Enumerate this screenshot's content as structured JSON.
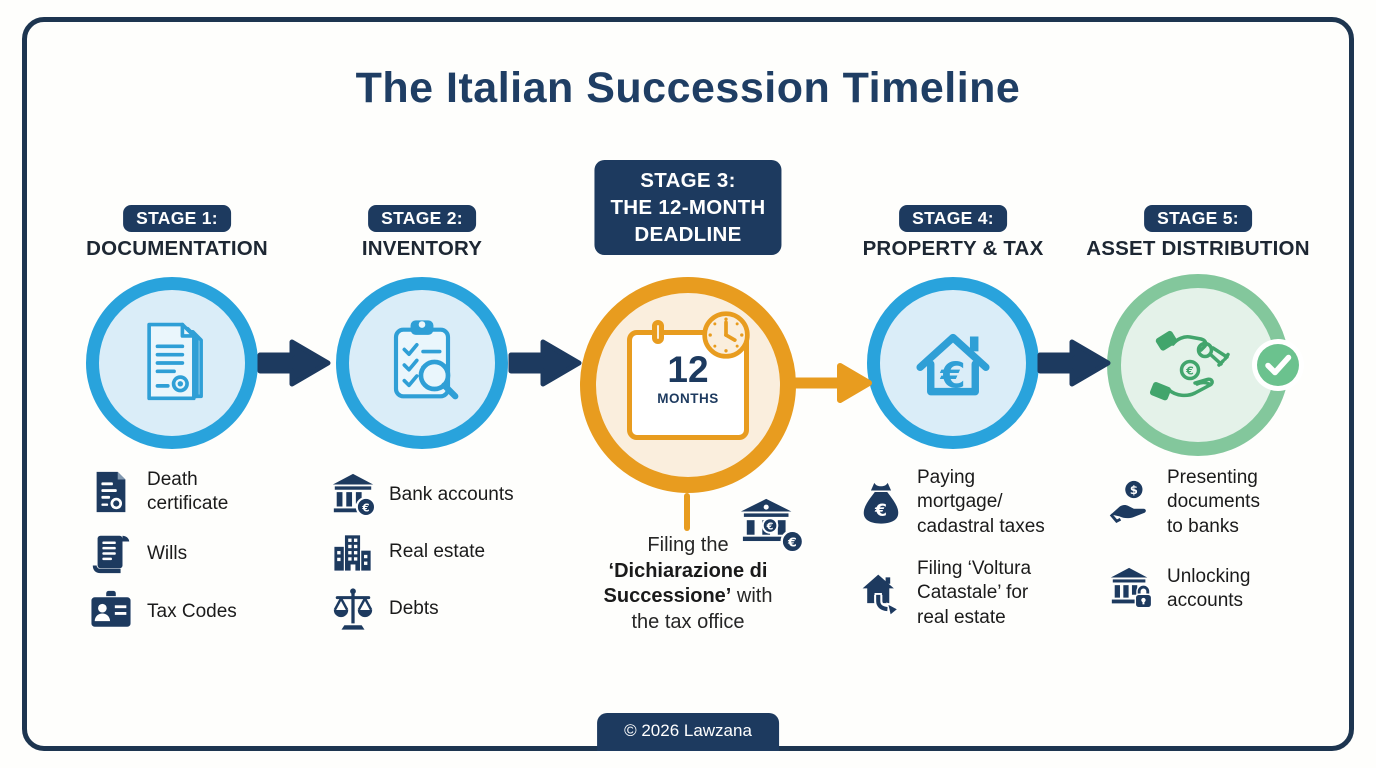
{
  "title": "The Italian Succession Timeline",
  "footer": "© 2026 Lawzana",
  "colors": {
    "navy": "#1d3a5f",
    "frame": "#1d3550",
    "blue_ring": "#29a3dc",
    "blue_fill": "#daedf8",
    "blue_icon": "#2f9fd6",
    "orange": "#e89c1f",
    "orange_fill": "#faeedd",
    "green_ring": "#83c79c",
    "green_fill": "#e4f2e9",
    "green_icon": "#42a56c",
    "check_green": "#6bc28e"
  },
  "stages": [
    {
      "badge": "STAGE 1:",
      "label": "DOCUMENTATION",
      "circle_icon": "documents-icon",
      "items": [
        {
          "icon": "death-certificate-icon",
          "text": "Death\ncertificate"
        },
        {
          "icon": "wills-icon",
          "text": "Wills"
        },
        {
          "icon": "tax-codes-icon",
          "text": "Tax Codes"
        }
      ]
    },
    {
      "badge": "STAGE 2:",
      "label": "INVENTORY",
      "circle_icon": "inventory-checklist-icon",
      "items": [
        {
          "icon": "bank-euro-icon",
          "text": "Bank accounts"
        },
        {
          "icon": "real-estate-icon",
          "text": "Real estate"
        },
        {
          "icon": "scales-icon",
          "text": "Debts"
        }
      ]
    },
    {
      "badge_lines": [
        "STAGE 3:",
        "THE 12-MONTH",
        "DEADLINE"
      ],
      "calendar": {
        "number": "12",
        "unit": "MONTHS"
      },
      "description": {
        "line1": "Filing the",
        "line2_bold": "‘Dichiarazione di",
        "line3_bold": "Successione’",
        "line3_rest": " with",
        "line4": "the tax office"
      }
    },
    {
      "badge": "STAGE 4:",
      "label": "PROPERTY & TAX",
      "circle_icon": "house-euro-icon",
      "items": [
        {
          "icon": "money-bag-euro-icon",
          "text": "Paying\nmortgage/\ncadastral taxes"
        },
        {
          "icon": "house-transfer-icon",
          "text": "Filing ‘Voltura\nCatastale’ for\nreal estate"
        }
      ]
    },
    {
      "badge": "STAGE 5:",
      "label": "ASSET DISTRIBUTION",
      "circle_icon": "hands-keys-icon",
      "items": [
        {
          "icon": "hand-dollar-icon",
          "text": "Presenting\ndocuments\nto banks"
        },
        {
          "icon": "bank-lock-icon",
          "text": "Unlocking\naccounts"
        }
      ]
    }
  ]
}
